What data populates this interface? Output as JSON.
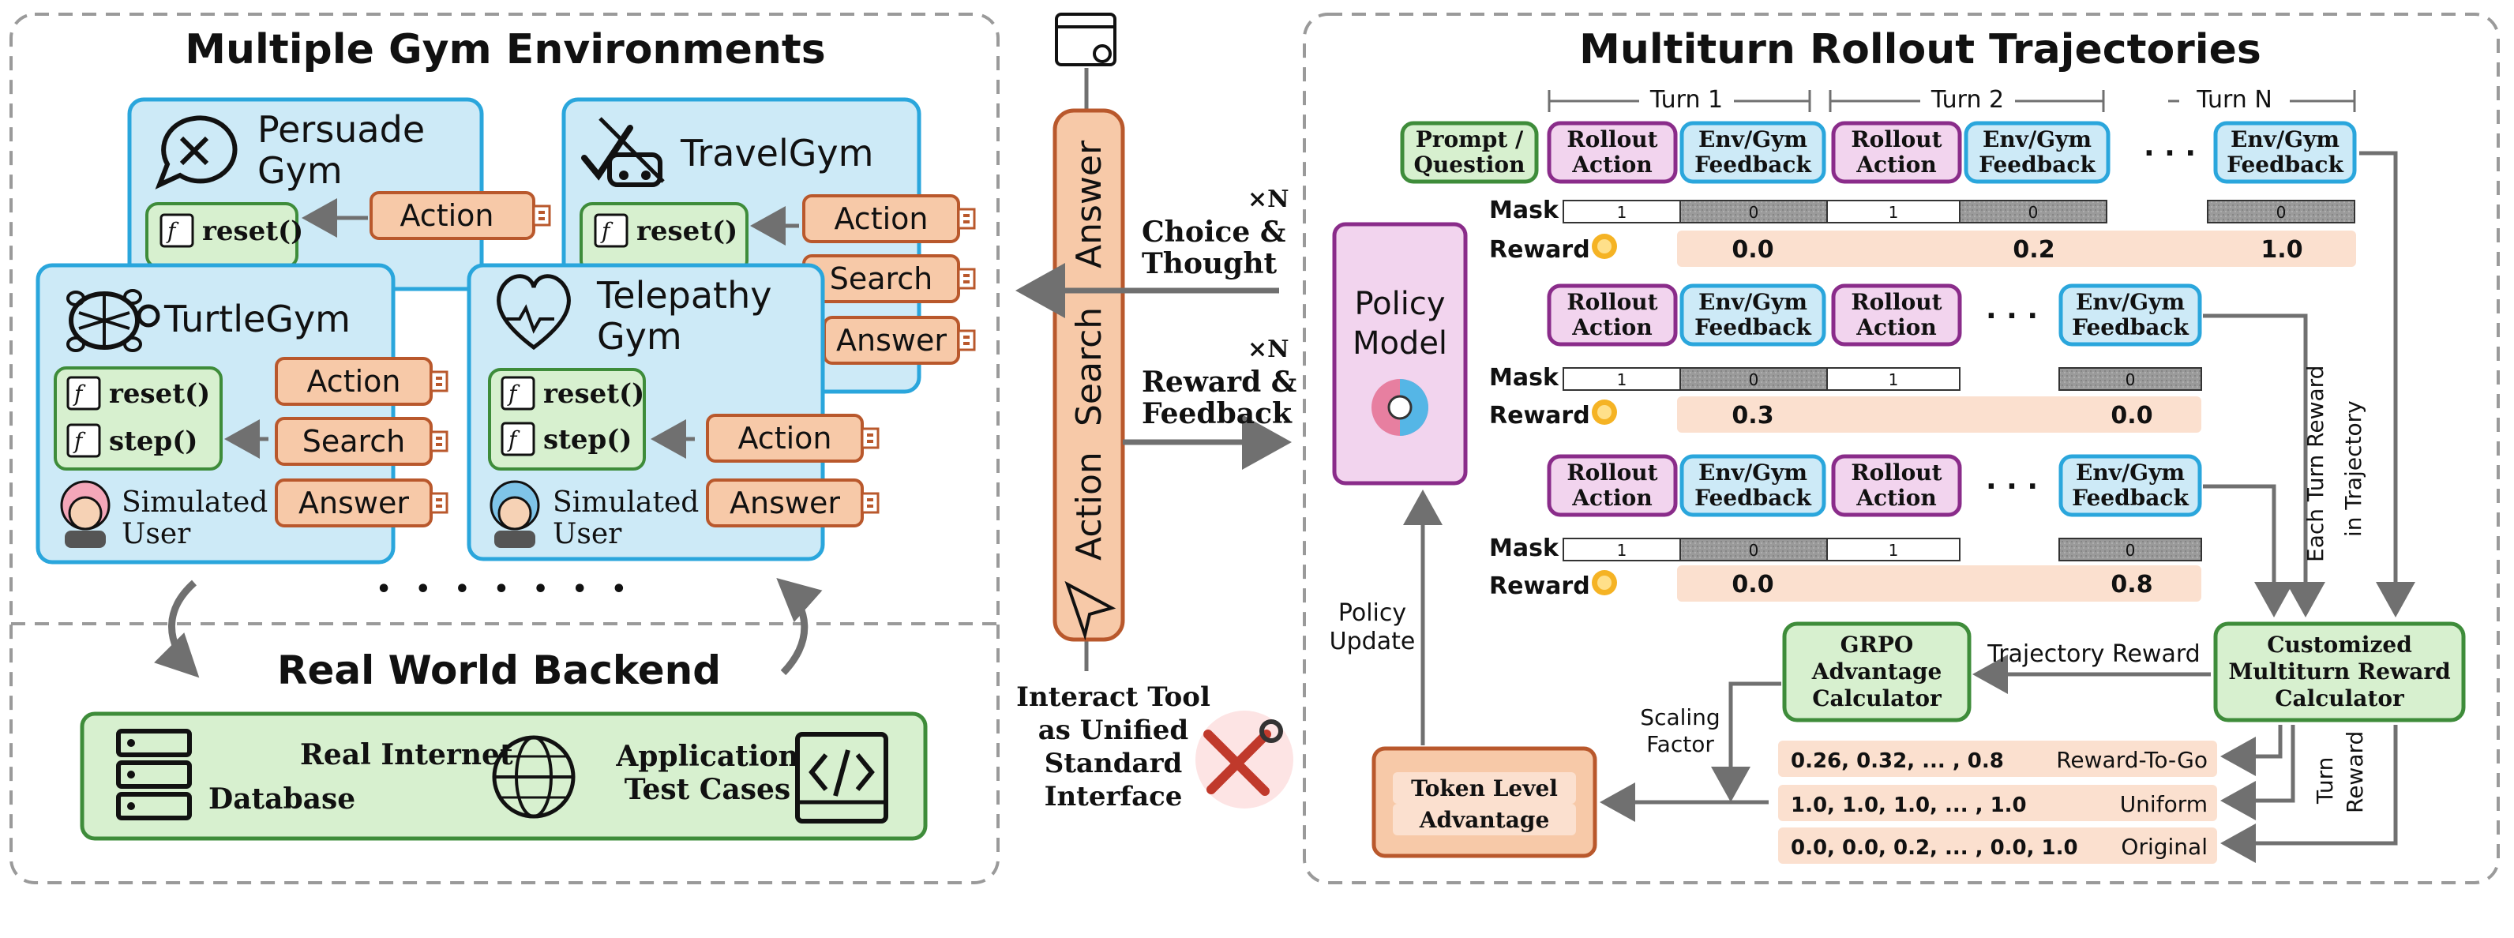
{
  "left_panel": {
    "title": "Multiple Gym Environments",
    "backend_title": "Real World Backend",
    "ellipsis": "• • • • • • •",
    "gyms": [
      {
        "name_line1": "Persuade",
        "name_line2": "Gym",
        "icon": "persuade-icon"
      },
      {
        "name_line1": "TravelGym",
        "name_line2": "",
        "icon": "travel-icon"
      },
      {
        "name_line1": "TurtleGym",
        "name_line2": "",
        "icon": "turtle-icon"
      },
      {
        "name_line1": "Telepathy",
        "name_line2": "Gym",
        "icon": "heart-pulse-icon"
      }
    ],
    "functions": {
      "reset": "reset()",
      "step": "step()",
      "fx": "f"
    },
    "tools": {
      "action": "Action",
      "search": "Search",
      "answer": "Answer"
    },
    "user_label_line1": "Simulated",
    "user_label_line2": "User",
    "backend": {
      "database": "Database",
      "internet": "Real Internet",
      "app_line1": "Application",
      "app_line2": "Test Cases"
    }
  },
  "middle": {
    "tool_bar": [
      "Action",
      "Search",
      "Answer"
    ],
    "choice_line1": "Choice &",
    "choice_line2": "Thought",
    "reward_line1": "Reward &",
    "reward_line2": "Feedback",
    "times_n": "×N",
    "interface_lines": [
      "Interact Tool",
      "as Unified",
      "Standard",
      "Interface"
    ]
  },
  "right_panel": {
    "title": "Multiturn Rollout Trajectories",
    "turns": [
      "Turn 1",
      "Turn 2",
      "Turn N"
    ],
    "prompt_line1": "Prompt /",
    "prompt_line2": "Question",
    "rollout_line1": "Rollout",
    "rollout_line2": "Action",
    "env_line1": "Env/Gym",
    "env_line2": "Feedback",
    "dots": "· · ·",
    "mask_label": "Mask",
    "reward_label": "Reward",
    "mask_values": {
      "one": "1",
      "zero": "0"
    },
    "rewards": [
      [
        "0.0",
        "0.2",
        "1.0"
      ],
      [
        "0.3",
        "0.0"
      ],
      [
        "0.0",
        "0.8"
      ]
    ],
    "policy_line1": "Policy",
    "policy_line2": "Model",
    "policy_update_line1": "Policy",
    "policy_update_line2": "Update",
    "each_turn_line1": "Each Turn Reward",
    "each_turn_line2": "in Trajectory",
    "grpo_lines": [
      "GRPO",
      "Advantage",
      "Calculator"
    ],
    "custom_lines": [
      "Customized",
      "Multiturn Reward",
      "Calculator"
    ],
    "trajectory_reward": "Trajectory Reward",
    "scaling_line1": "Scaling",
    "scaling_line2": "Factor",
    "token_line1": "Token Level",
    "token_line2": "Advantage",
    "turn_reward_line1": "Turn",
    "turn_reward_line2": "Reward",
    "schemes": [
      {
        "values": "0.26, 0.32, ... , 0.8",
        "name": "Reward-To-Go"
      },
      {
        "values": "1.0, 1.0, 1.0, ... , 1.0",
        "name": "Uniform"
      },
      {
        "values": "0.0, 0.0, 0.2, ... , 0.0, 1.0",
        "name": "Original"
      }
    ]
  },
  "colors": {
    "blue_fill": "#cdeaf7",
    "blue_stroke": "#2aa6dc",
    "green_fill": "#d7f0cf",
    "green_stroke": "#3e8c3a",
    "orange_fill": "#f7c9a8",
    "orange_stroke": "#b9582c",
    "pink_fill": "#f2d4ee",
    "pink_stroke": "#8a2c8a",
    "reward_band": "#fbe0cf",
    "arrow": "#707070"
  }
}
